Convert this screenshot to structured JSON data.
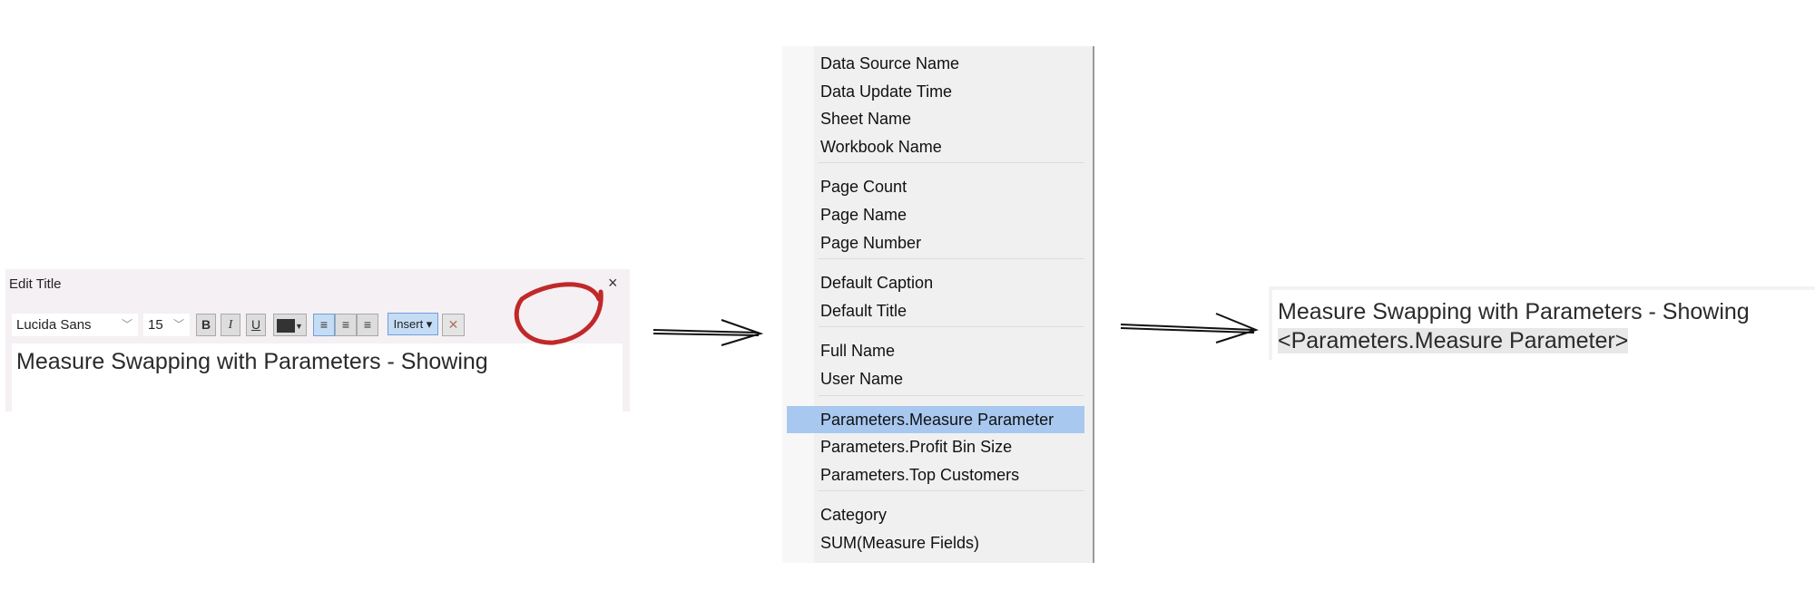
{
  "dialog": {
    "title": "Edit Title",
    "close": "×",
    "font": "Lucida Sans",
    "size": "15",
    "bold": "B",
    "italic": "I",
    "underline": "U",
    "insert_label": "Insert ▾",
    "clear": "✕",
    "text": "Measure Swapping with Parameters - Showing"
  },
  "menu": {
    "groups": [
      [
        "Data Source Name",
        "Data Update Time",
        "Sheet Name",
        "Workbook Name"
      ],
      [
        "Page Count",
        "Page Name",
        "Page Number"
      ],
      [
        "Default Caption",
        "Default Title"
      ],
      [
        "Full Name",
        "User Name"
      ],
      [
        "Parameters.Measure Parameter",
        "Parameters.Profit Bin Size",
        "Parameters.Top Customers"
      ],
      [
        "Category",
        "SUM(Measure Fields)"
      ]
    ],
    "highlighted": "Parameters.Measure Parameter"
  },
  "result": {
    "line1": "Measure Swapping with Parameters - Showing",
    "line2": "<Parameters.Measure Parameter>"
  },
  "colors": {
    "highlight": "#a8c8f0",
    "annotation": "#c0282a",
    "text_color_swatch": "#333333"
  }
}
